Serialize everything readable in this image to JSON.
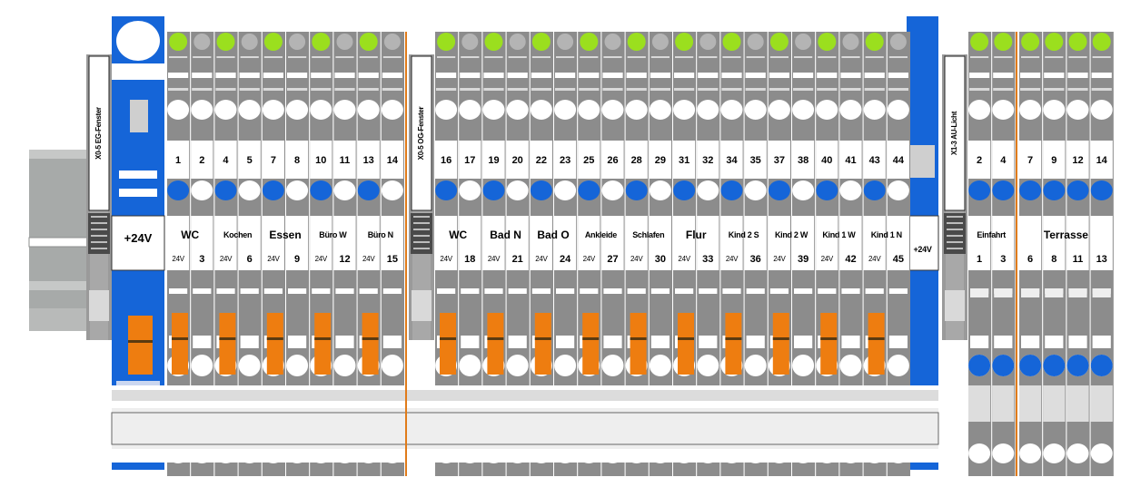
{
  "groups": [
    {
      "marker": "X0-5 EG-Fenster",
      "supply": "+24V",
      "terminals_top": [
        "1",
        "2",
        "4",
        "5",
        "7",
        "8",
        "10",
        "11",
        "13",
        "14"
      ],
      "circuits": [
        {
          "name": "WC",
          "small": false,
          "supply": "24V",
          "num": "3"
        },
        {
          "name": "Kochen",
          "small": true,
          "supply": "24V",
          "num": "6"
        },
        {
          "name": "Essen",
          "small": false,
          "supply": "24V",
          "num": "9"
        },
        {
          "name": "Büro W",
          "small": true,
          "supply": "24V",
          "num": "12"
        },
        {
          "name": "Büro N",
          "small": true,
          "supply": "24V",
          "num": "15"
        }
      ]
    },
    {
      "marker": "X0-5 OG-Fenster",
      "supply": "+24V",
      "terminals_top": [
        "16",
        "17",
        "19",
        "20",
        "22",
        "23",
        "25",
        "26",
        "28",
        "29",
        "31",
        "32",
        "34",
        "35",
        "37",
        "38",
        "40",
        "41",
        "43",
        "44"
      ],
      "circuits": [
        {
          "name": "WC",
          "small": false,
          "supply": "24V",
          "num": "18"
        },
        {
          "name": "Bad N",
          "small": false,
          "supply": "24V",
          "num": "21"
        },
        {
          "name": "Bad O",
          "small": false,
          "supply": "24V",
          "num": "24"
        },
        {
          "name": "Ankleide",
          "small": true,
          "supply": "24V",
          "num": "27"
        },
        {
          "name": "Schlafen",
          "small": true,
          "supply": "24V",
          "num": "30"
        },
        {
          "name": "Flur",
          "small": false,
          "supply": "24V",
          "num": "33"
        },
        {
          "name": "Kind 2 S",
          "small": true,
          "supply": "24V",
          "num": "36"
        },
        {
          "name": "Kind 2 W",
          "small": true,
          "supply": "24V",
          "num": "39"
        },
        {
          "name": "Kind 1 W",
          "small": true,
          "supply": "24V",
          "num": "42"
        },
        {
          "name": "Kind 1 N",
          "small": true,
          "supply": "24V",
          "num": "45"
        }
      ]
    },
    {
      "marker": "X1-3 AU-Licht",
      "terminals_top": [
        "2",
        "4",
        "7",
        "9",
        "12",
        "14"
      ],
      "circuits": [
        {
          "name": "Einfahrt",
          "small": true,
          "nums": [
            "1",
            "3"
          ]
        },
        {
          "name": "Terrasse",
          "small": false,
          "nums": [
            "6",
            "8",
            "11",
            "13"
          ]
        }
      ]
    }
  ],
  "colors": {
    "terminal_grey": "#8c8c8c",
    "terminal_dark": "#777777",
    "supply_blue": "#1565d8",
    "lever_orange": "#ee7d10",
    "clamp_green": "#9bdf1e",
    "divider_orange": "#e07b1a",
    "rail_grey": "#a7aaa9"
  },
  "icons": [
    "terminal-block",
    "clamp-opening",
    "lever",
    "busbar"
  ]
}
